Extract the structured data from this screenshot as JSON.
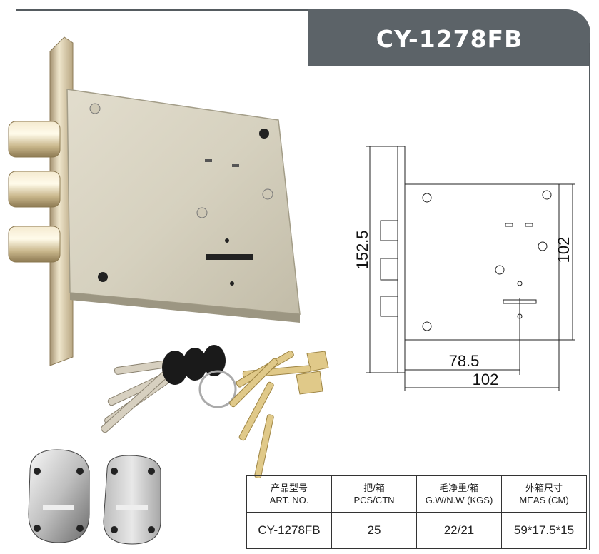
{
  "header": {
    "title": "CY-1278FB"
  },
  "drawing": {
    "dim_height_left": "152.5",
    "dim_height_right": "102",
    "dim_width_inner": "78.5",
    "dim_width_outer": "102"
  },
  "spec_table": {
    "columns": [
      {
        "label_cn": "产品型号",
        "label_en": "ART. NO.",
        "value": "CY-1278FB"
      },
      {
        "label_cn": "把/箱",
        "label_en": "PCS/CTN",
        "value": "25"
      },
      {
        "label_cn": "毛净重/箱",
        "label_en": "G.W/N.W (KGS)",
        "value": "22/21"
      },
      {
        "label_cn": "外箱尺寸",
        "label_en": "MEAS (CM)",
        "value": "59*17.5*15"
      }
    ]
  },
  "colors": {
    "header_bg": "#5c6368",
    "header_text": "#ffffff",
    "frame": "#555b60"
  }
}
